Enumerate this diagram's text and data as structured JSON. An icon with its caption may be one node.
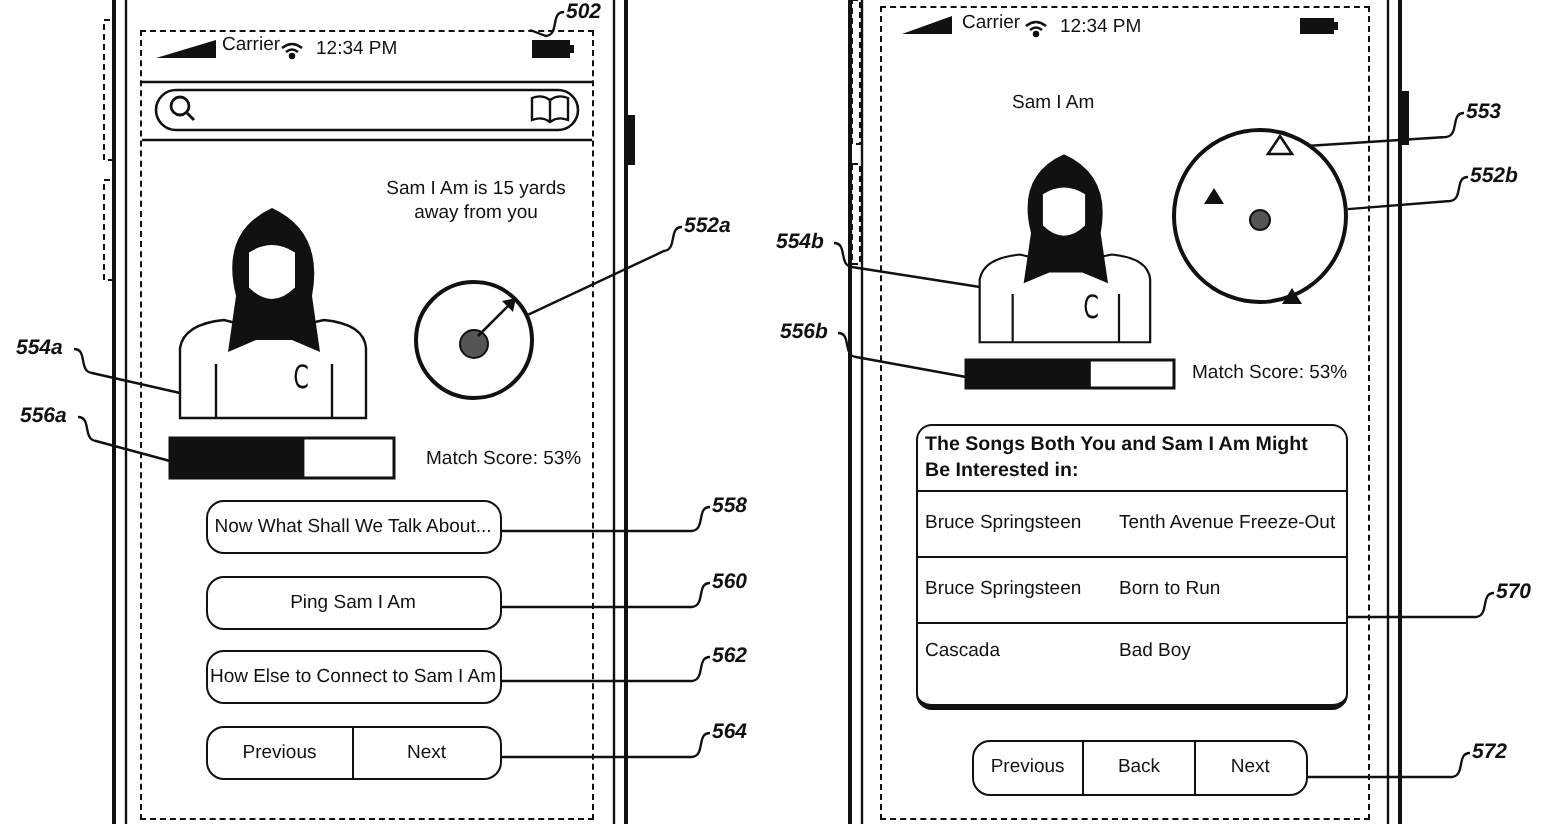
{
  "diagram": {
    "nodes": [
      {
        "text": [
          "502"
        ]
      },
      {
        "text": [],
        "shape": "box"
      },
      {
        "text": [
          "552a"
        ]
      },
      {
        "text": [],
        "shape": "circle",
        "in": 1
      },
      {
        "text": [
          "554a"
        ]
      },
      {
        "text": [
          "C"
        ],
        "in": 1
      },
      {
        "text": [
          "556a"
        ]
      },
      {
        "text": [],
        "shape": "bar",
        "in": 1
      },
      {
        "text": [
          "558"
        ]
      },
      {
        "text": [
          "Now What Shall We Talk About..."
        ],
        "in": 1
      },
      {
        "text": [
          "560"
        ]
      },
      {
        "text": [
          "Ping Sam I Am"
        ],
        "in": 1
      },
      {
        "text": [
          "562"
        ]
      },
      {
        "text": [
          "How Else to Connect to Sam I Am"
        ],
        "in": 1
      },
      {
        "text": [
          "564"
        ]
      },
      {
        "text": [
          "Previous",
          "Next"
        ],
        "in": 1
      },
      {
        "text": [],
        "shape": "box"
      },
      {
        "text": [],
        "shape": "circle",
        "in": 16
      },
      {
        "text": [],
        "shape": "triangle",
        "in": 17
      },
      {
        "text": [
          "553"
        ]
      },
      {
        "text": [
          "552b"
        ]
      },
      {
        "text": [
          "554b"
        ]
      },
      {
        "text": [
          "C"
        ],
        "in": 16
      },
      {
        "text": [
          "556b"
        ]
      },
      {
        "text": [],
        "shape": "bar",
        "in": 16
      },
      {
        "text": [
          "The Songs Both You and Sam I Am Might Be Interested in:",
          "Bruce Springsteen",
          "Tenth Avenue Freeze-Out",
          "Bruce Springsteen",
          "Born to Run",
          "Cascada",
          "Bad Boy"
        ],
        "in": 16
      },
      {
        "text": [
          "570"
        ]
      },
      {
        "text": [
          "Previous",
          "Back",
          "Next"
        ],
        "in": 16
      },
      {
        "text": [
          "572"
        ]
      }
    ],
    "edges": [
      {
        "from": 0,
        "to": 1,
        "arrow": "none"
      },
      {
        "from": 2,
        "to": 3,
        "arrow": "none"
      },
      {
        "from": 4,
        "to": 5,
        "arrow": "none"
      },
      {
        "from": 6,
        "to": 7,
        "arrow": "none"
      },
      {
        "from": 8,
        "to": 9,
        "arrow": "none"
      },
      {
        "from": 10,
        "to": 11,
        "arrow": "none"
      },
      {
        "from": 12,
        "to": 13,
        "arrow": "none"
      },
      {
        "from": 14,
        "to": 15,
        "arrow": "none"
      },
      {
        "from": 19,
        "to": 18,
        "arrow": "none"
      },
      {
        "from": 20,
        "to": 17,
        "arrow": "none"
      },
      {
        "from": 21,
        "to": 22,
        "arrow": "none"
      },
      {
        "from": 23,
        "to": 24,
        "arrow": "none"
      },
      {
        "from": 26,
        "to": 25,
        "arrow": "none"
      },
      {
        "from": 28,
        "to": 27,
        "arrow": "none"
      }
    ],
    "labels": [
      "Carrier",
      "12:34 PM",
      "Sam I Am is 15 yards away from you",
      "Match Score: 53%",
      "Carrier",
      "12:34 PM",
      "Sam I Am",
      "Match Score: 53%"
    ]
  }
}
